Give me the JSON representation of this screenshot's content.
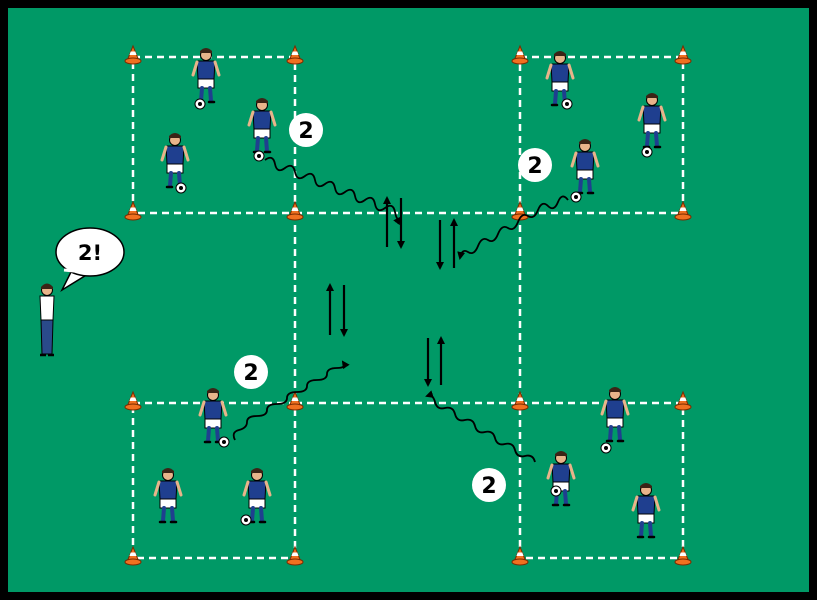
{
  "pitch": {
    "bg_color": "#009966",
    "border_color": "#000000",
    "line_color": "#ffffff"
  },
  "coach": {
    "speech": "2!",
    "icon": "coach-figure-icon"
  },
  "number_badges": [
    {
      "name": "number-badge-top-left",
      "label": "2"
    },
    {
      "name": "number-badge-top-right",
      "label": "2"
    },
    {
      "name": "number-badge-bottom-left",
      "label": "2"
    },
    {
      "name": "number-badge-bottom-right",
      "label": "2"
    }
  ],
  "colors": {
    "shirt": "#1f3f8f",
    "shorts": "#ffffff",
    "socks": "#1f3f8f",
    "cone": "#f07020",
    "arrow": "#000000"
  },
  "icons": {
    "player": "player-icon",
    "cone": "cone-icon",
    "ball": "ball-icon",
    "dribble": "dribble-path-icon",
    "arrow": "direction-arrow-icon"
  }
}
